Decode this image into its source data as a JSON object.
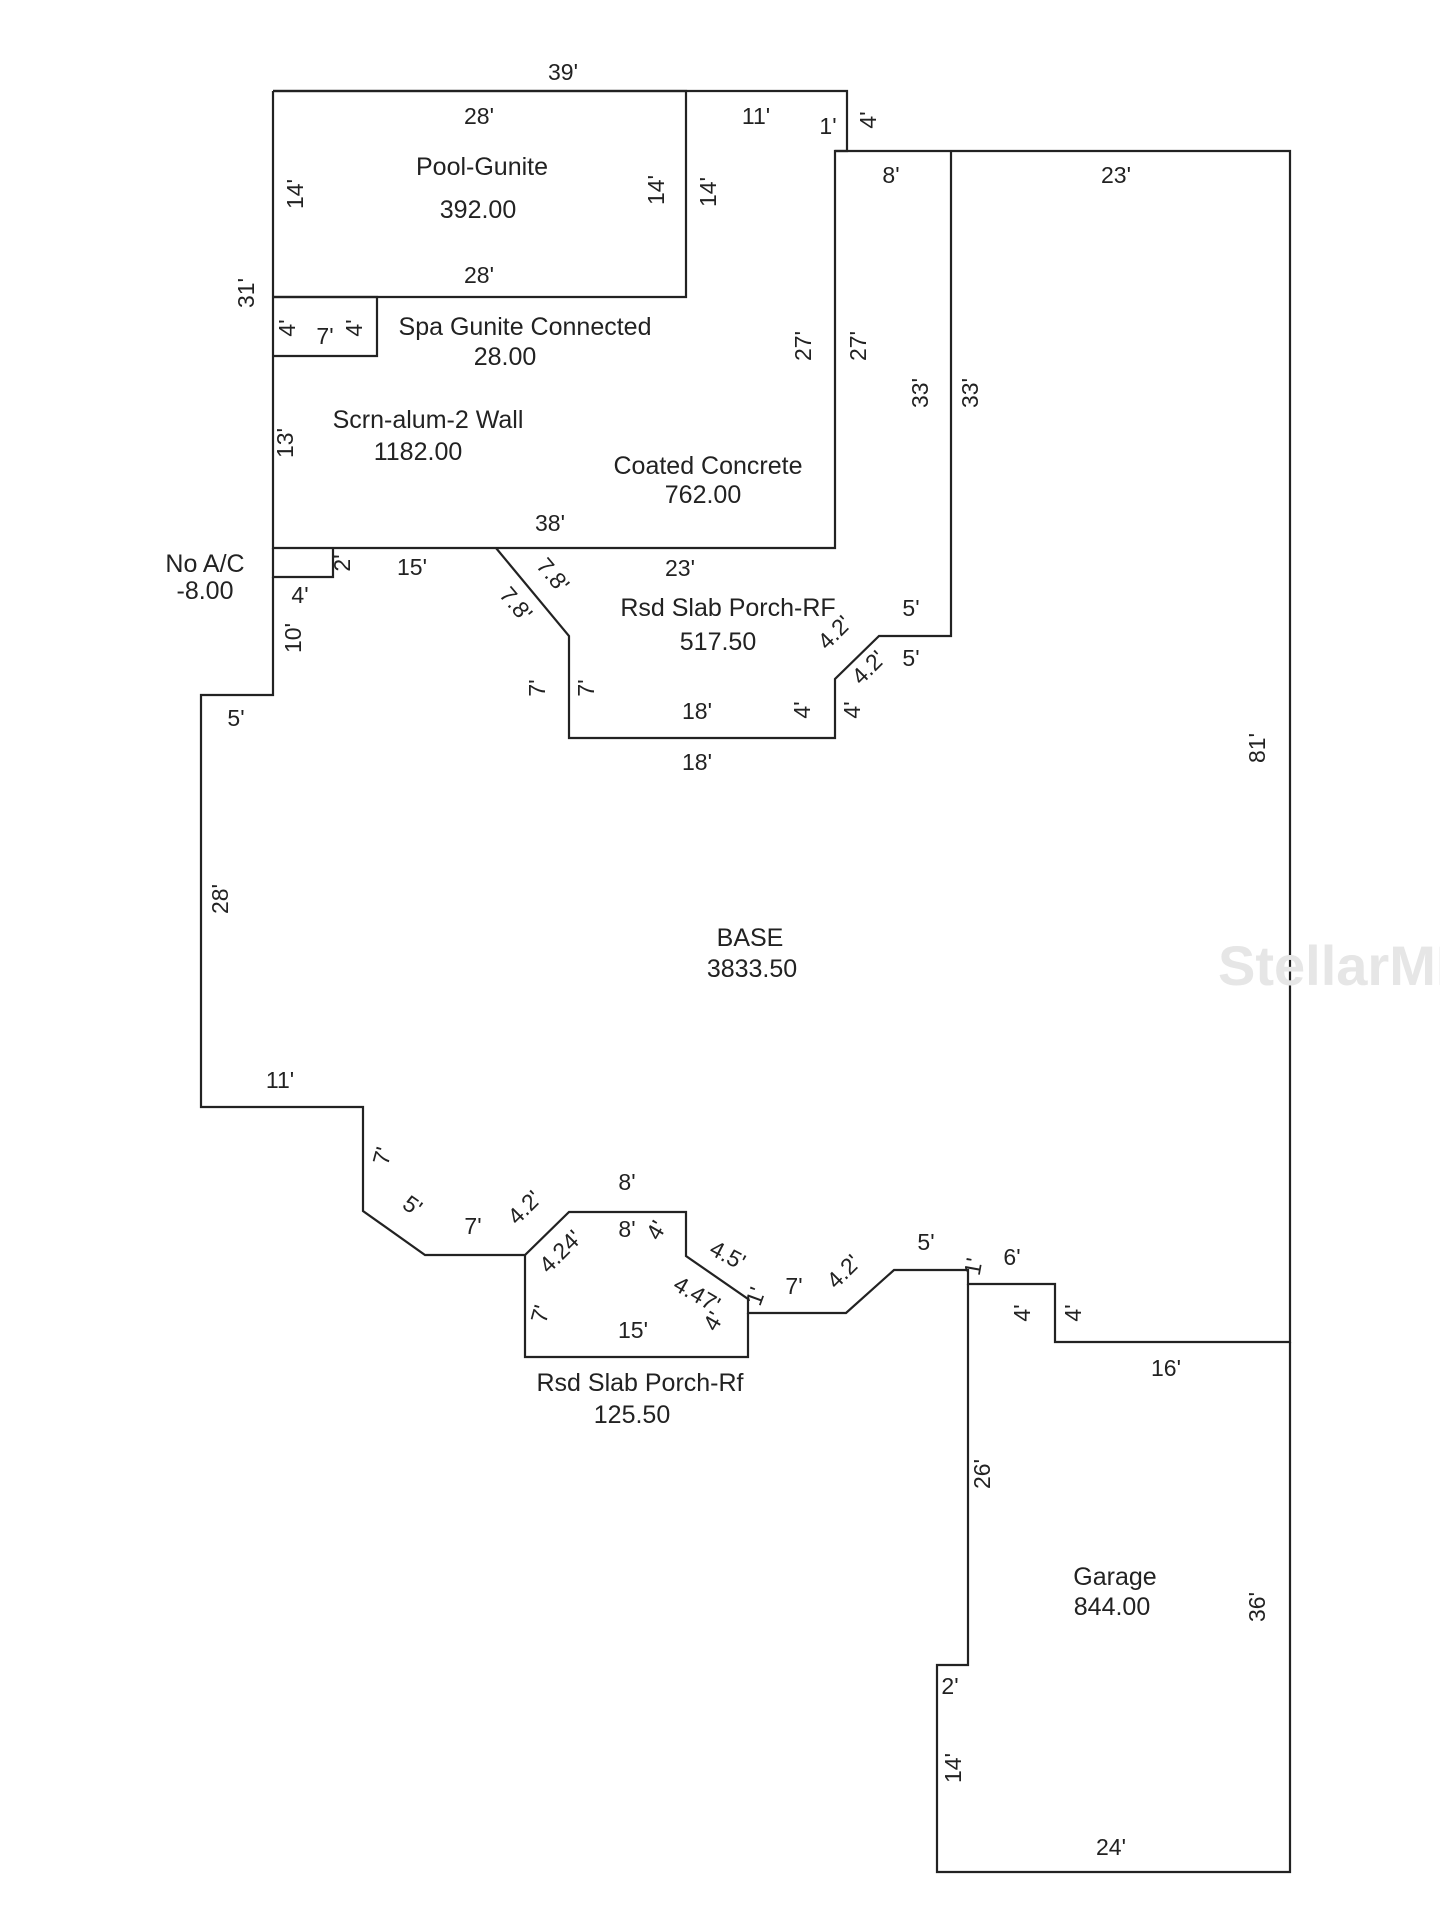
{
  "areas": {
    "pool_name": "Pool-Gunite",
    "pool_value": "392.00",
    "spa_name": "Spa Gunite Connected",
    "spa_value": "28.00",
    "scrn_name": "Scrn-alum-2 Wall",
    "scrn_value": "1182.00",
    "coated_name": "Coated Concrete",
    "coated_value": "762.00",
    "noac_name": "No A/C",
    "noac_value": "-8.00",
    "rsd_top_name": "Rsd Slab Porch-RF",
    "rsd_top_value": "517.50",
    "base_name": "BASE",
    "base_value": "3833.50",
    "rsd_bottom_name": "Rsd Slab Porch-Rf",
    "rsd_bottom_value": "125.50",
    "garage_name": "Garage",
    "garage_value": "844.00"
  },
  "dimensions": {
    "d39": "39'",
    "pool_top": "28'",
    "pool_bottom": "28'",
    "pool_left": "14'",
    "pool_right": "14'",
    "top_11": "11'",
    "top_1": "1'",
    "top_4": "4'",
    "right_14": "14'",
    "d8": "8'",
    "d23_top": "23'",
    "d31": "31'",
    "spa_left": "4'",
    "spa_7": "7'",
    "spa_right": "4'",
    "d27a": "27'",
    "d27b": "27'",
    "d33a": "33'",
    "d33b": "33'",
    "d13": "13'",
    "d38": "38'",
    "d2": "2'",
    "d15": "15'",
    "d23_mid": "23'",
    "d78a": "7.8'",
    "d78b": "7.8'",
    "d4_noac": "4'",
    "d10": "10'",
    "d5_right_top": "5'",
    "d42a": "4.2'",
    "d42b": "4.2'",
    "d5_right_b": "5'",
    "d7a": "7'",
    "d7b": "7'",
    "d18a": "18'",
    "d18b": "18'",
    "d4a": "4'",
    "d4b": "4'",
    "d5_left": "5'",
    "d81": "81'",
    "d28": "28'",
    "d11_left": "11'",
    "d7_step": "7'",
    "d5_diag": "5'",
    "d7_low": "7'",
    "d42_low": "4.2'",
    "d8_top": "8'",
    "d424": "4.24'",
    "d8_in": "8'",
    "d4_in": "4'",
    "d45": "4.5'",
    "d447": "4.47'",
    "d1_low": "1'",
    "d7_in": "7'",
    "d15_low": "15'",
    "d4_in2": "4'",
    "d7_r": "7'",
    "d42_r": "4.2'",
    "d5_r": "5'",
    "d1_r": "1'",
    "d6": "6'",
    "d4_g1": "4'",
    "d4_g2": "4'",
    "d16": "16'",
    "d26": "26'",
    "d36": "36'",
    "d2_g": "2'",
    "d14_g": "14'",
    "d24": "24'"
  },
  "watermark": "StellarMLS"
}
